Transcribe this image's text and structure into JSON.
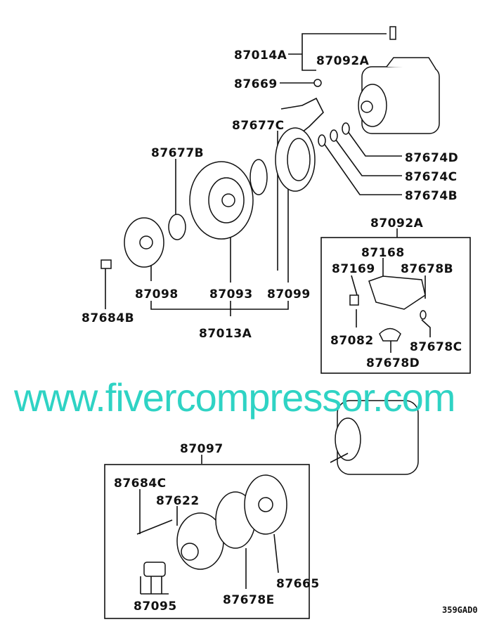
{
  "labels": {
    "p87014A": "87014A",
    "p87092A_top": "87092A",
    "p87669": "87669",
    "p87677C": "87677C",
    "p87677B": "87677B",
    "p87674D": "87674D",
    "p87674C": "87674C",
    "p87674B": "87674B",
    "p87092A_box": "87092A",
    "p87168": "87168",
    "p87169": "87169",
    "p87678B": "87678B",
    "p87098": "87098",
    "p87093": "87093",
    "p87099": "87099",
    "p87684B": "87684B",
    "p87013A": "87013A",
    "p87082": "87082",
    "p87678C": "87678C",
    "p87678D": "87678D",
    "p87097": "87097",
    "p87684C": "87684C",
    "p87622": "87622",
    "p87665": "87665",
    "p87095": "87095",
    "p87678E": "87678E"
  },
  "diagram_code": "359GAD0",
  "watermark": "www.fivercompressor.com",
  "colors": {
    "watermark": "#2fd3c4",
    "ink": "#111111"
  }
}
